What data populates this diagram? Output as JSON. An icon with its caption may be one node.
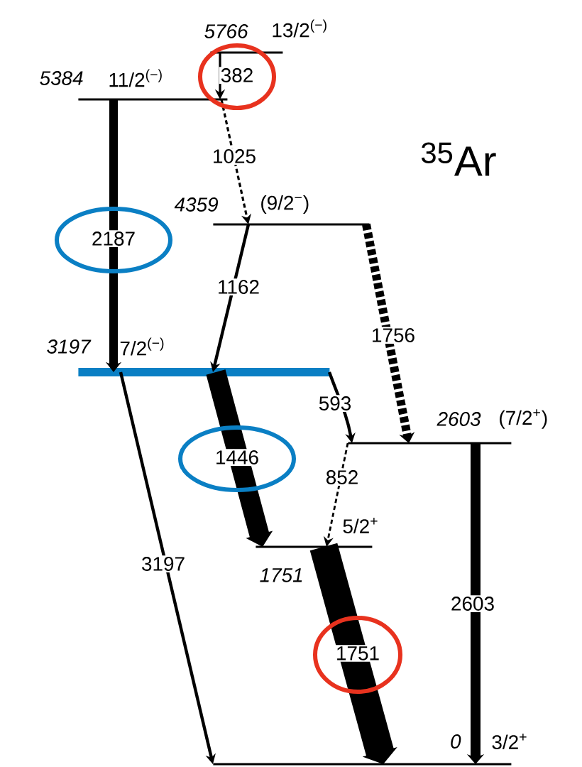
{
  "diagram": {
    "title": "$^{35}$Ar",
    "nodes": [
      {
        "text": [
          "5766",
          "13/2$^{(−)}$"
        ]
      },
      {
        "text": [
          "5384",
          "11/2$^{(−)}$"
        ]
      },
      {
        "text": [
          "4359",
          "(9/2$^{−}$)"
        ]
      },
      {
        "text": [
          "3197",
          "7/2$^{(−)}$"
        ]
      },
      {
        "text": [
          "2603",
          "(7/2$^{+}$)"
        ]
      },
      {
        "text": [
          "1751",
          "5/2$^{+}$"
        ]
      },
      {
        "text": [
          "0",
          "3/2$^{+}$"
        ]
      }
    ],
    "edges": [
      {
        "from": 0,
        "to": 1,
        "arrow": "to",
        "label": "382"
      },
      {
        "from": 1,
        "to": 2,
        "arrow": "to",
        "label": "1025",
        "style": "dashed"
      },
      {
        "from": 1,
        "to": 3,
        "arrow": "to",
        "label": "2187",
        "style": "thick"
      },
      {
        "from": 2,
        "to": 3,
        "arrow": "to",
        "label": "1162"
      },
      {
        "from": 2,
        "to": 4,
        "arrow": "to",
        "label": "1756",
        "style": "dashed"
      },
      {
        "from": 3,
        "to": 4,
        "arrow": "to",
        "label": "593"
      },
      {
        "from": 3,
        "to": 5,
        "arrow": "to",
        "label": "1446",
        "style": "thick"
      },
      {
        "from": 4,
        "to": 5,
        "arrow": "to",
        "label": "852",
        "style": "dashed"
      },
      {
        "from": 3,
        "to": 6,
        "arrow": "to",
        "label": "3197"
      },
      {
        "from": 5,
        "to": 6,
        "arrow": "to",
        "label": "1751",
        "style": "thick"
      },
      {
        "from": 4,
        "to": 6,
        "arrow": "to",
        "label": "2603",
        "style": "thick"
      }
    ]
  }
}
